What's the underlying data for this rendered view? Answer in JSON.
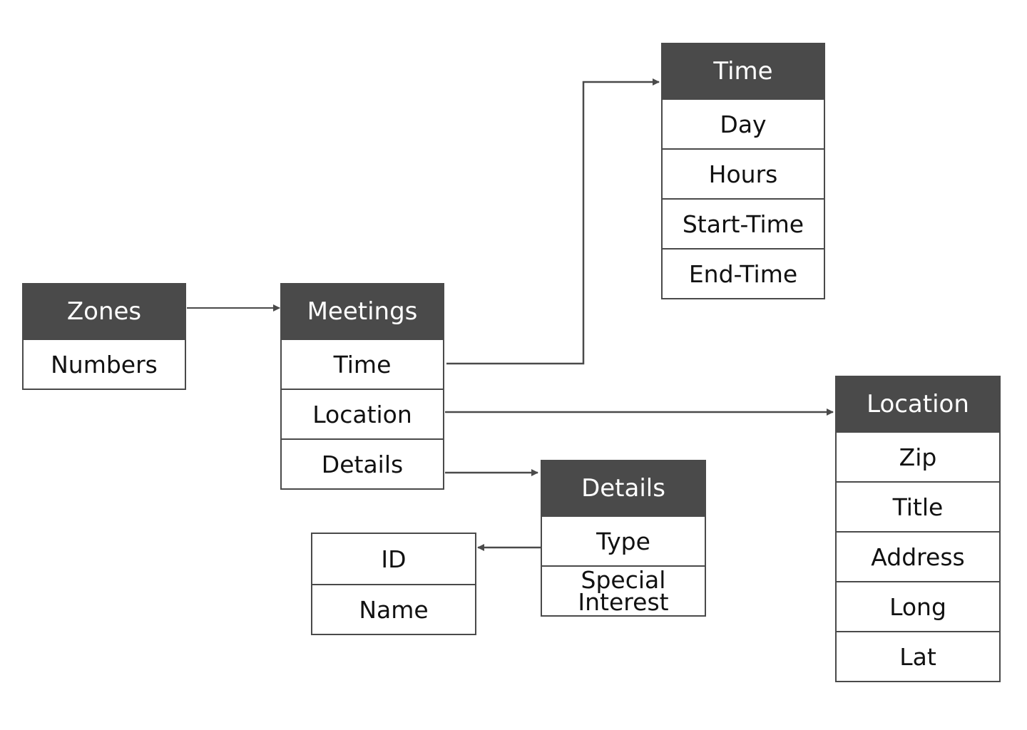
{
  "colors": {
    "header_fill": "#4a4a4a",
    "header_text": "#ffffff",
    "border": "#4a4a4a",
    "field_text": "#111111",
    "arrow": "#4a4a4a"
  },
  "entities": {
    "zones": {
      "title": "Zones",
      "fields": [
        "Numbers"
      ]
    },
    "meetings": {
      "title": "Meetings",
      "fields": [
        "Time",
        "Location",
        "Details"
      ]
    },
    "time": {
      "title": "Time",
      "fields": [
        "Day",
        "Hours",
        "Start-Time",
        "End-Time"
      ]
    },
    "location": {
      "title": "Location",
      "fields": [
        "Zip",
        "Title",
        "Address",
        "Long",
        "Lat"
      ]
    },
    "details": {
      "title": "Details",
      "fields": [
        "Type",
        "Special\nInterest"
      ]
    },
    "id_name": {
      "fields": [
        "ID",
        "Name"
      ]
    }
  },
  "relationships": [
    {
      "from": "zones",
      "to": "meetings"
    },
    {
      "from": "meetings.time",
      "to": "time"
    },
    {
      "from": "meetings.location",
      "to": "location"
    },
    {
      "from": "meetings.details",
      "to": "details"
    },
    {
      "from": "details.type",
      "to": "id_name"
    }
  ]
}
